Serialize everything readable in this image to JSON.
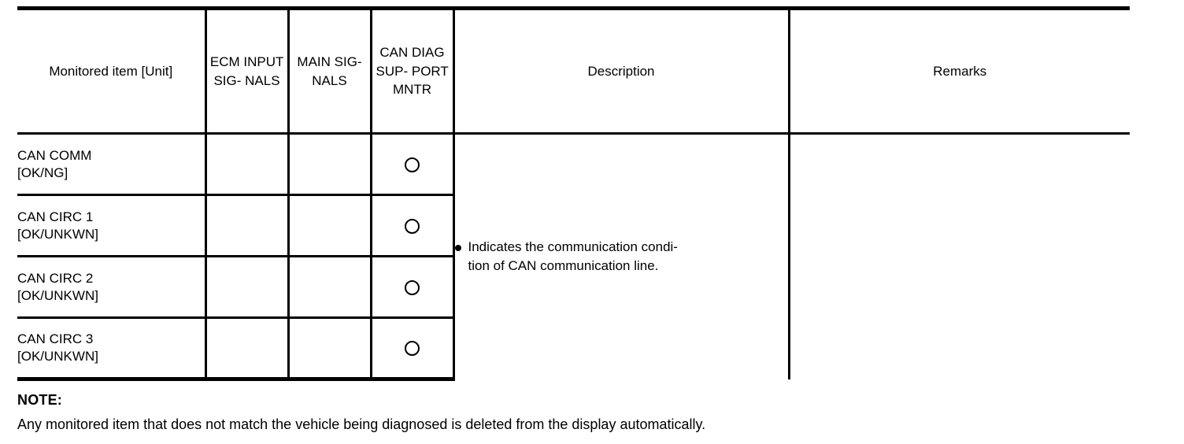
{
  "table": {
    "headers": {
      "monitored_item_line1": "Monitored item",
      "monitored_item_line2": "[Unit]",
      "ecm_input_signals": [
        "ECM",
        "INPUT",
        "SIG-",
        "NALS"
      ],
      "main_signals": [
        "MAIN",
        "SIG-",
        "NALS"
      ],
      "can_diag_support_mntr": [
        "CAN",
        "DIAG",
        "SUP-",
        "PORT",
        "MNTR"
      ],
      "description": "Description",
      "remarks": "Remarks"
    },
    "rows": [
      {
        "name_line1": "CAN COMM",
        "name_line2": "[OK/NG]",
        "ecm_input_signals": "",
        "main_signals": "",
        "can_diag_support_mntr": "circle-mark"
      },
      {
        "name_line1": "CAN CIRC 1",
        "name_line2": "[OK/UNKWN]",
        "ecm_input_signals": "",
        "main_signals": "",
        "can_diag_support_mntr": "circle-mark"
      },
      {
        "name_line1": "CAN CIRC 2",
        "name_line2": "[OK/UNKWN]",
        "ecm_input_signals": "",
        "main_signals": "",
        "can_diag_support_mntr": "circle-mark"
      },
      {
        "name_line1": "CAN CIRC 3",
        "name_line2": "[OK/UNKWN]",
        "ecm_input_signals": "",
        "main_signals": "",
        "can_diag_support_mntr": "circle-mark"
      }
    ],
    "description_cell": {
      "bullet_line1": "Indicates the communication condi-",
      "bullet_line2": "tion of CAN communication line."
    },
    "remarks_cell": {
      "text": ""
    }
  },
  "note": {
    "title": "NOTE:",
    "body": "Any monitored item that does not match the vehicle being diagnosed is deleted from the display automatically."
  },
  "colors": {
    "ink": "#000000",
    "paper": "#ffffff"
  }
}
